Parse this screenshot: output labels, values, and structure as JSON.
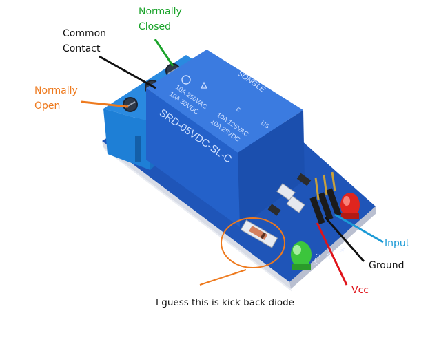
{
  "labels": {
    "normally_closed": [
      "Normally",
      "Closed"
    ],
    "common_contact": [
      "Common",
      "Contact"
    ],
    "normally_open": [
      "Normally",
      "Open"
    ],
    "input": "Input",
    "ground": "Ground",
    "vcc": "Vcc"
  },
  "caption": "I guess this is kick back diode",
  "relay_markings": {
    "brand": "SONGLE",
    "model": "SRD-05VDC-SL-C",
    "rating_lines": [
      "10A 250VAC",
      "10A 30VDC",
      "10A 125VAC",
      "10A 28VDC"
    ],
    "cert_mark": "c",
    "cert_us": "US"
  },
  "pin_labels": [
    "VCC",
    "GND",
    "IN"
  ],
  "colors": {
    "green_label": "#1aa32a",
    "orange_label": "#ee7a1e",
    "blue_label": "#1b9ad6",
    "red_label": "#e0141a",
    "relay_blue": "#2461c9",
    "terminal_blue": "#1e7fd6",
    "pcb_blue": "#1f55b8"
  }
}
